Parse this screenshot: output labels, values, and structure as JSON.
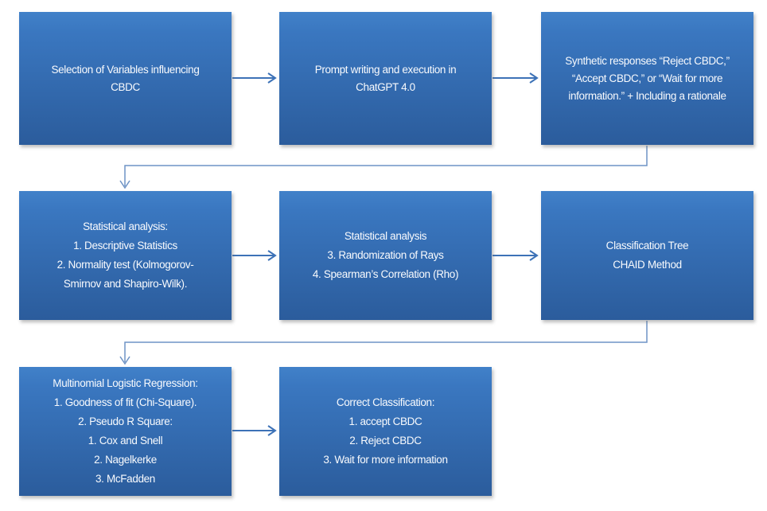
{
  "diagram": {
    "type": "flowchart",
    "background": "#ffffff",
    "colors": {
      "node_fill_top": "#4181c9",
      "node_fill_bottom": "#2b5c9c",
      "node_text": "#f8fafd",
      "arrow": "#3d72b7",
      "elbow_connector": "#6e93c5"
    },
    "boxes": [
      {
        "id": "select-variables",
        "lines": [
          "Selection of Variables influencing",
          "CBDC"
        ]
      },
      {
        "id": "prompt-writing",
        "lines": [
          "Prompt writing and execution in",
          "ChatGPT 4.0"
        ]
      },
      {
        "id": "synthetic-responses",
        "lines": [
          "Synthetic responses “Reject CBDC,”",
          "“Accept CBDC,” or “Wait for more",
          "information.” + Including a rationale"
        ]
      },
      {
        "id": "statistical-analysis-1",
        "lines": [
          "Statistical analysis:",
          "1. Descriptive Statistics",
          "2. Normality test (Kolmogorov-",
          "Smirnov and Shapiro-Wilk)."
        ]
      },
      {
        "id": "statistical-analysis-2",
        "lines": [
          "Statistical analysis",
          "3. Randomization of Rays",
          "4. Spearman’s Correlation (Rho)"
        ]
      },
      {
        "id": "classification-tree",
        "lines": [
          "Classification Tree",
          "CHAID Method"
        ]
      },
      {
        "id": "multinomial-regression",
        "lines": [
          "Multinomial Logistic Regression:",
          "1. Goodness of fit (Chi-Square).",
          "2. Pseudo R Square:",
          "1. Cox and Snell",
          "2. Nagelkerke",
          "3. McFadden"
        ]
      },
      {
        "id": "correct-classification",
        "lines": [
          "Correct Classification:",
          "1. accept CBDC",
          "2. Reject CBDC",
          "3. Wait for more information"
        ]
      }
    ],
    "edges": [
      {
        "from": "select-variables",
        "to": "prompt-writing",
        "style": "straight-arrow"
      },
      {
        "from": "prompt-writing",
        "to": "synthetic-responses",
        "style": "straight-arrow"
      },
      {
        "from": "synthetic-responses",
        "to": "statistical-analysis-1",
        "style": "elbow-arrow"
      },
      {
        "from": "statistical-analysis-1",
        "to": "statistical-analysis-2",
        "style": "straight-arrow"
      },
      {
        "from": "statistical-analysis-2",
        "to": "classification-tree",
        "style": "straight-arrow"
      },
      {
        "from": "classification-tree",
        "to": "multinomial-regression",
        "style": "elbow-arrow"
      },
      {
        "from": "multinomial-regression",
        "to": "correct-classification",
        "style": "straight-arrow"
      }
    ]
  }
}
